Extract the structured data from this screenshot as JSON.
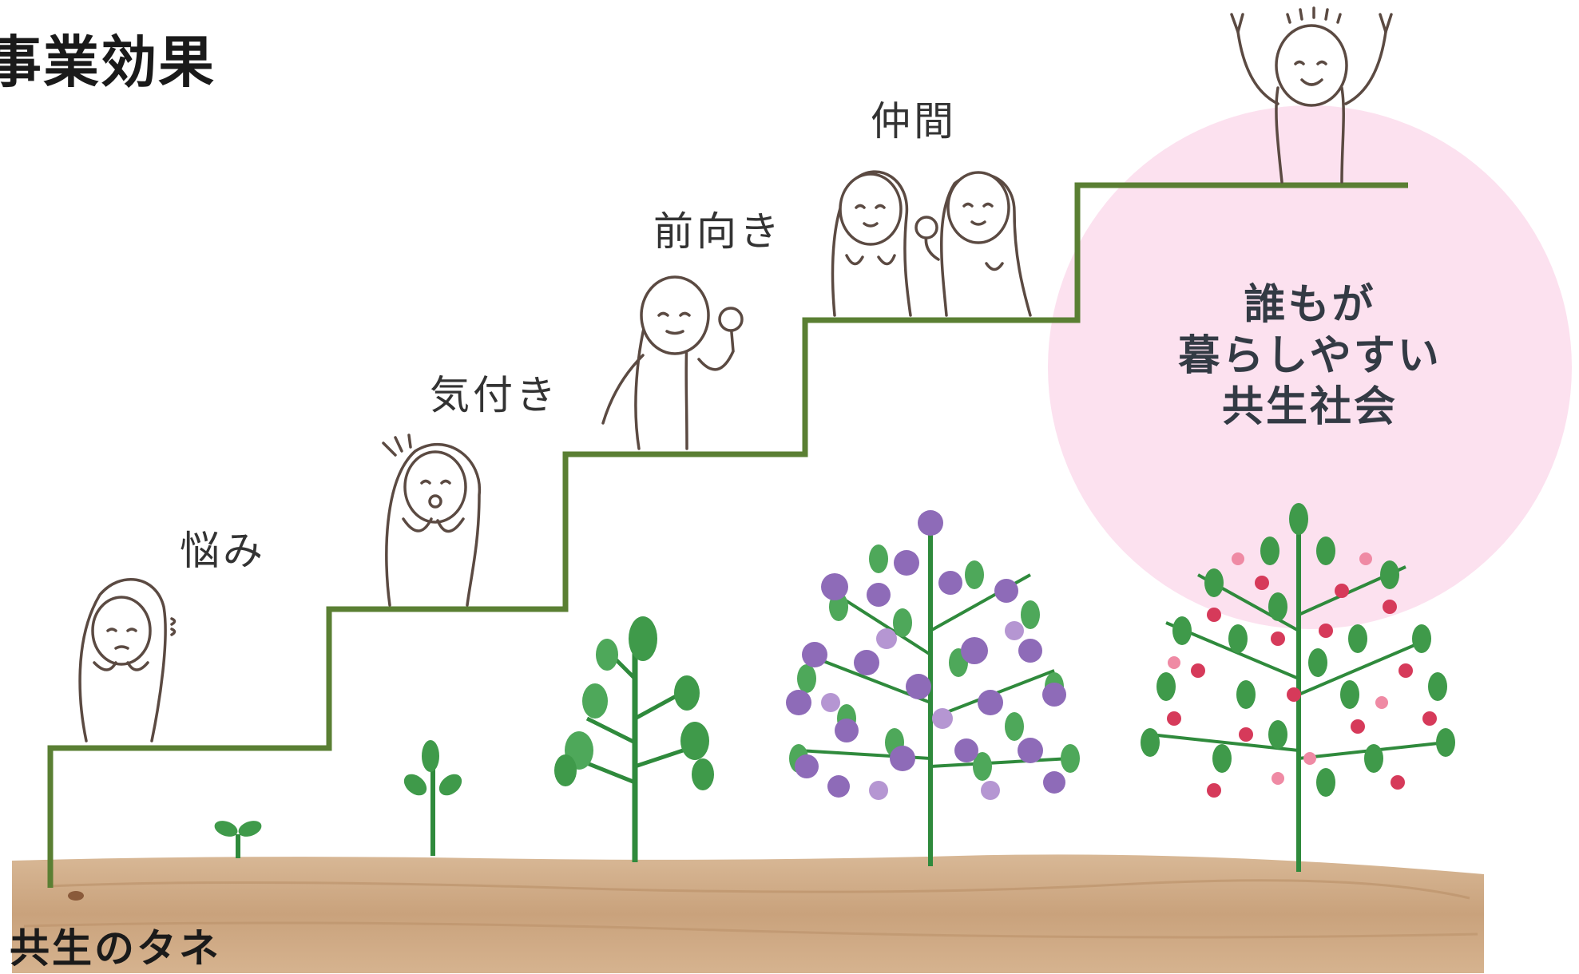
{
  "title": "事業効果",
  "steps": [
    {
      "label": "悩み"
    },
    {
      "label": "気付き"
    },
    {
      "label": "前向き"
    },
    {
      "label": "仲間"
    }
  ],
  "goal": {
    "lines": [
      "誰もが",
      "暮らしやすい",
      "共生社会"
    ]
  },
  "ground_label": "共生のタネ",
  "colors": {
    "stair": "#5a7f33",
    "circle": "#fce1ef",
    "soil": "#c9a27c",
    "leaf": "#3f9a4a",
    "person_line": "#5b4a42",
    "flower_purple": "#8e6bb8",
    "berry_red": "#d63a5a"
  }
}
